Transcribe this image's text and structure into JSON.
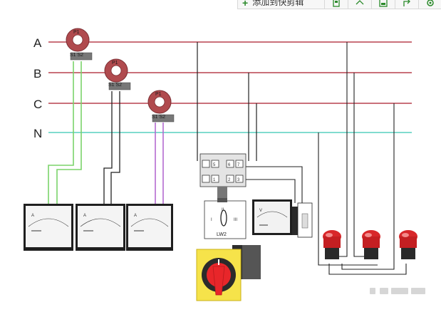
{
  "toolbar": {
    "add_label": "添加到快剪辑",
    "icons": [
      "plus-icon",
      "copy-icon",
      "expand-icon",
      "save-icon",
      "share-icon",
      "settings-icon"
    ]
  },
  "diagram": {
    "phases": [
      "A",
      "B",
      "C",
      "N"
    ],
    "ct": {
      "primary": "P1",
      "secondary": "S1 S2"
    },
    "meter_glyph": "A",
    "voltmeter_glyph": "V",
    "switch_label": "LW2",
    "switch_terminals": [
      "5",
      "6",
      "7",
      "1",
      "2",
      "3"
    ],
    "switch_positions": [
      "I",
      "II",
      "III"
    ],
    "colors": {
      "phase_line": "#b8414f",
      "neutral_line": "#6fd6c8",
      "ct_body": "#b04a4e",
      "green_wire": "#7bd36a",
      "purple_wire": "#b46ad0",
      "lamp": "#d8272a",
      "knob": "#e8262a"
    }
  }
}
